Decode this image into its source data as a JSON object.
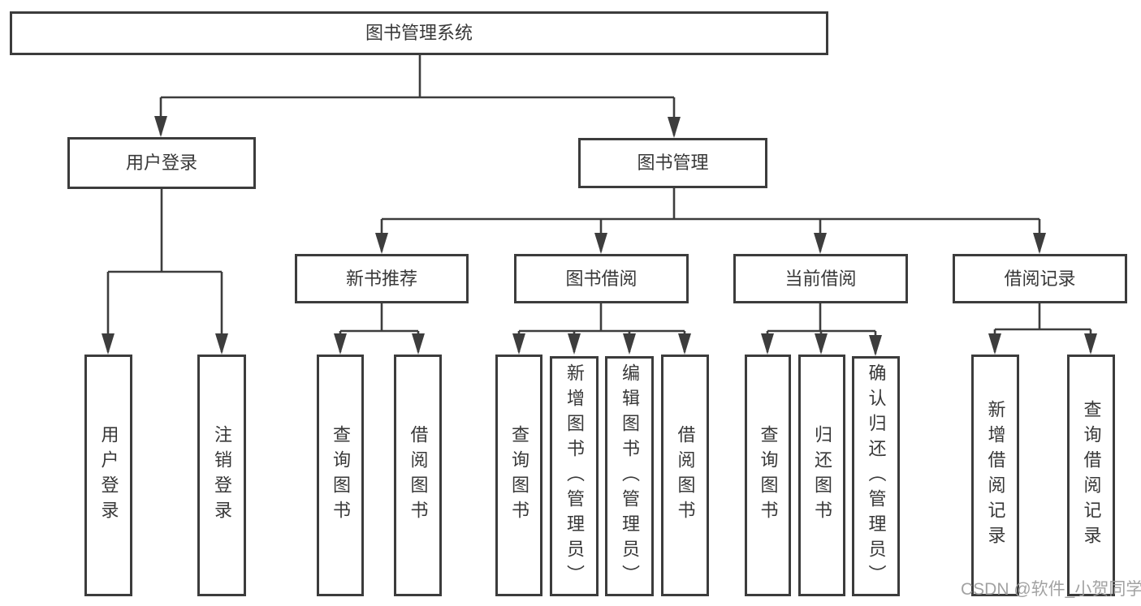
{
  "diagram": {
    "type": "hierarchy-diagram",
    "colors": {
      "line": "#3d3d3d",
      "border": "#3c3c3c",
      "text": "#383838",
      "watermark": "#9a9a9a",
      "background": "#ffffff"
    },
    "watermark": "CSDN @软件_小贺同学",
    "nodes": {
      "root": {
        "label": "图书管理系统"
      },
      "user_login": {
        "label": "用户登录"
      },
      "book_mgmt": {
        "label": "图书管理"
      },
      "new_book_rec": {
        "label": "新书推荐"
      },
      "book_borrow": {
        "label": "图书借阅"
      },
      "current_borrow": {
        "label": "当前借阅"
      },
      "borrow_records": {
        "label": "借阅记录"
      },
      "leaf_user_login": {
        "label": "用户登录"
      },
      "leaf_logout": {
        "label": "注销登录"
      },
      "leaf_nbr_query": {
        "label": "查询图书"
      },
      "leaf_nbr_borrow": {
        "label": "借阅图书"
      },
      "leaf_bb_query": {
        "label": "查询图书"
      },
      "leaf_bb_add": {
        "label": "新增图书（管理员）"
      },
      "leaf_bb_edit": {
        "label": "编辑图书（管理员）"
      },
      "leaf_bb_borrow": {
        "label": "借阅图书"
      },
      "leaf_cb_query": {
        "label": "查询图书"
      },
      "leaf_cb_return": {
        "label": "归还图书"
      },
      "leaf_cb_confirm": {
        "label": "确认归还（管理员）"
      },
      "leaf_br_add": {
        "label": "新增借阅记录"
      },
      "leaf_br_query": {
        "label": "查询借阅记录"
      }
    }
  }
}
